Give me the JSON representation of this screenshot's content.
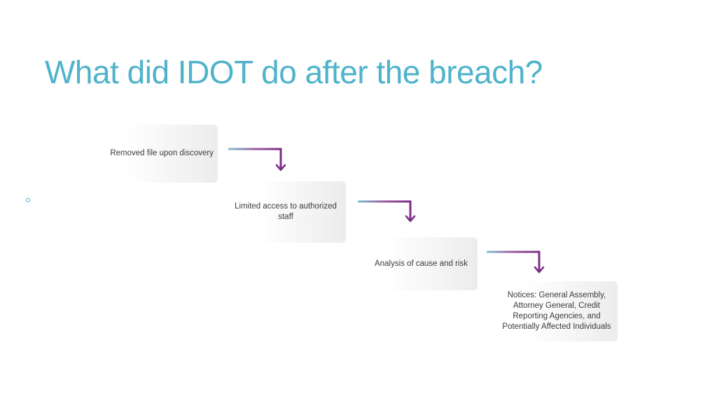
{
  "slide": {
    "title": "What did IDOT do after the breach?"
  },
  "steps": [
    {
      "label": "Removed file upon discovery"
    },
    {
      "label": "Limited access to authorized staff"
    },
    {
      "label": "Analysis of cause and risk"
    },
    {
      "label": "Notices: General Assembly, Attorney General, Credit Reporting Agencies, and Potentially Affected Individuals"
    }
  ],
  "colors": {
    "title": "#4fb3cb",
    "arrow_start": "#7ec4cf",
    "arrow_end": "#7b2d86",
    "box_fill": "#ececec",
    "text": "#3a3a3a"
  }
}
